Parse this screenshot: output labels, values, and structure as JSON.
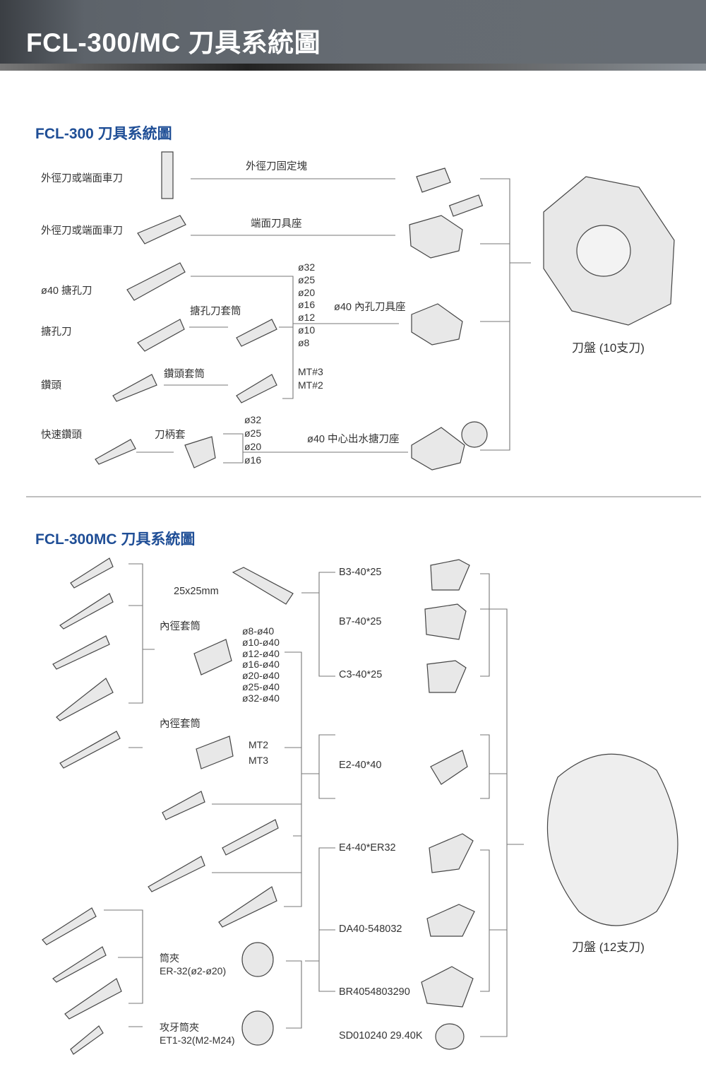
{
  "header": {
    "title": "FCL-300/MC 刀具系統圖"
  },
  "section1": {
    "title": "FCL-300 刀具系統圖",
    "left_labels": [
      "外徑刀或端面車刀",
      "外徑刀或端面車刀",
      "ø40 搪孔刀",
      "搪孔刀",
      "鑽頭",
      "快速鑽頭"
    ],
    "mid_labels": {
      "od_block": "外徑刀固定塊",
      "face_holder": "端面刀具座",
      "boring_sleeve": "搪孔刀套筒",
      "drill_sleeve": "鑽頭套筒",
      "shank_sleeve": "刀柄套",
      "id_holder": "ø40 內孔刀具座",
      "coolant_holder": "ø40 中心出水搪刀座"
    },
    "bore_sizes": [
      "ø32",
      "ø25",
      "ø20",
      "ø16",
      "ø12",
      "ø10",
      "ø8"
    ],
    "mt_sizes": [
      "MT#3",
      "MT#2"
    ],
    "shank_sizes": [
      "ø32",
      "ø25",
      "ø20",
      "ø16"
    ],
    "turret_label": "刀盤 (10支刀)"
  },
  "section2": {
    "title": "FCL-300MC 刀具系統圖",
    "tool_size": "25x25mm",
    "id_sleeve1": "內徑套筒",
    "id_sleeve1_sizes": [
      "ø8-ø40",
      "ø10-ø40",
      "ø12-ø40",
      "ø16-ø40",
      "ø20-ø40",
      "ø25-ø40",
      "ø32-ø40"
    ],
    "id_sleeve2": "內徑套筒",
    "mt_sizes": [
      "MT2",
      "MT3"
    ],
    "collet": {
      "name": "筒夾",
      "spec": "ER-32(ø2-ø20)"
    },
    "tap_collet": {
      "name": "攻牙筒夾",
      "spec": "ET1-32(M2-M24)"
    },
    "holders": [
      "B3-40*25",
      "B7-40*25",
      "C3-40*25",
      "E2-40*40",
      "E4-40*ER32",
      "DA40-548032",
      "BR4054803290",
      "SD010240 29.40K"
    ],
    "turret_label": "刀盤 (12支刀)"
  }
}
